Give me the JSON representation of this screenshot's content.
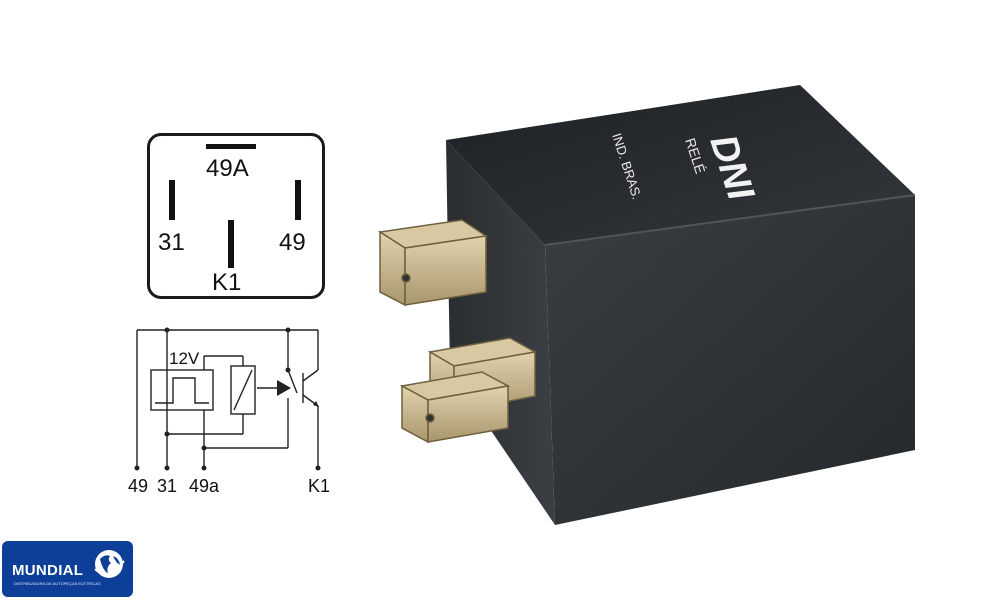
{
  "pinout": {
    "top": "49A",
    "left": "31",
    "right": "49",
    "bottom": "K1"
  },
  "schematic": {
    "voltage": "12V",
    "terminals": [
      "49",
      "31",
      "49a",
      "K1"
    ]
  },
  "relay": {
    "brand": "DNI",
    "model": "RELÉ",
    "origin": "IND. BRAS."
  },
  "logo": {
    "name": "MUNDIAL",
    "tagline": "DISTRIBUIDORA DE AUTOPEÇAS ELÉTRICAS"
  },
  "colors": {
    "relay_body": "#2e3236",
    "terminal": "#c8b48a",
    "logo_bg": "#0d3f99"
  }
}
